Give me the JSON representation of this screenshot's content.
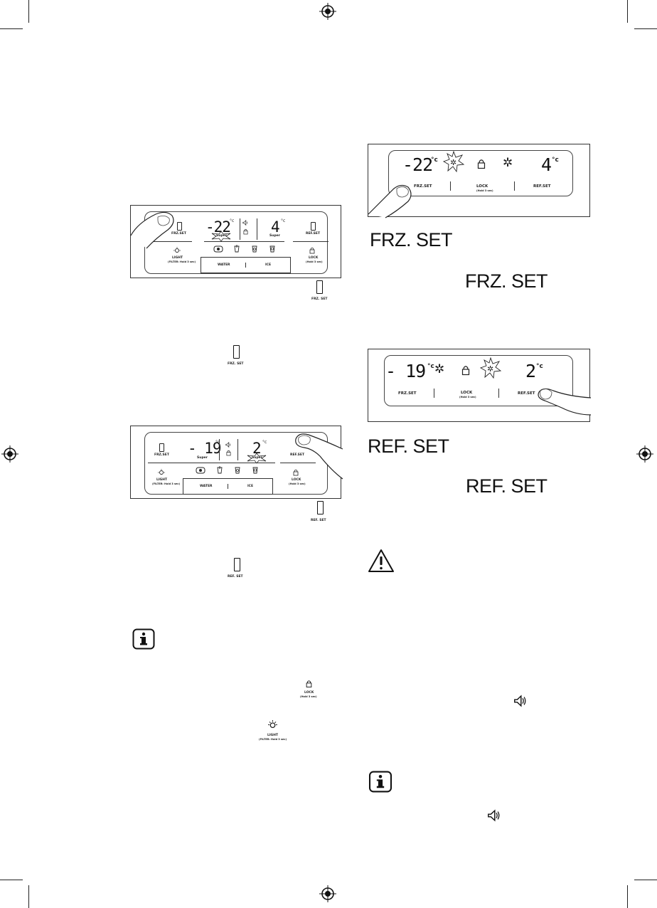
{
  "panel1": {
    "temp_left": "-22",
    "temp_right": "4",
    "unit": "°c",
    "super_left": "Super",
    "super_right": "Super",
    "frz_set": "FRZ.SET",
    "ref_set": "REF.SET",
    "light": "LIGHT",
    "light_sub": "(FILTER: Hold 3 sec)",
    "lock": "LOCK",
    "lock_sub": "(Hold 3 sec)",
    "water": "WATER",
    "ice": "ICE"
  },
  "panel2": {
    "temp_left": "- 19",
    "temp_right": "2",
    "unit": "°c",
    "super_left": "Super",
    "super_right": "Super",
    "frz_set": "FRZ.SET",
    "ref_set": "REF.SET",
    "light": "LIGHT",
    "light_sub": "(FILTER: Hold 3 sec)",
    "lock": "LOCK",
    "lock_sub": "(Hold 3 sec)",
    "water": "WATER",
    "ice": "ICE"
  },
  "panel3": {
    "temp_left": "-22",
    "temp_right": "4",
    "unit": "°c",
    "frz_set": "FRZ.SET",
    "lock": "LOCK",
    "lock_sub": "(Hold 3 sec)",
    "ref_set": "REF.SET"
  },
  "panel4": {
    "temp_left": "- 19",
    "temp_right": "2",
    "unit": "°c",
    "frz_set": "FRZ.SET",
    "lock": "LOCK",
    "lock_sub": "(Hold 3 sec)",
    "ref_set": "REF.SET"
  },
  "inline": {
    "frz_set_1": "FRZ. SET",
    "frz_set_2": "FRZ. SET",
    "ref_set_1": "REF. SET",
    "ref_set_2": "REF. SET",
    "frz_icon_label_1": "FRZ. SET",
    "frz_icon_label_2": "FRZ. SET",
    "ref_icon_label_1": "REF. SET",
    "ref_icon_label_2": "REF. SET",
    "lock_label": "LOCK",
    "lock_sub": "(Hold 3 sec)",
    "light_label": "LIGHT",
    "light_sub": "(FILTER: Hold 3 sec)"
  },
  "icons": [
    "registration-mark-icon",
    "info-icon",
    "warning-icon",
    "speaker-icon",
    "lock-icon",
    "bulb-icon",
    "snowflake-icon",
    "door-button-icon"
  ]
}
